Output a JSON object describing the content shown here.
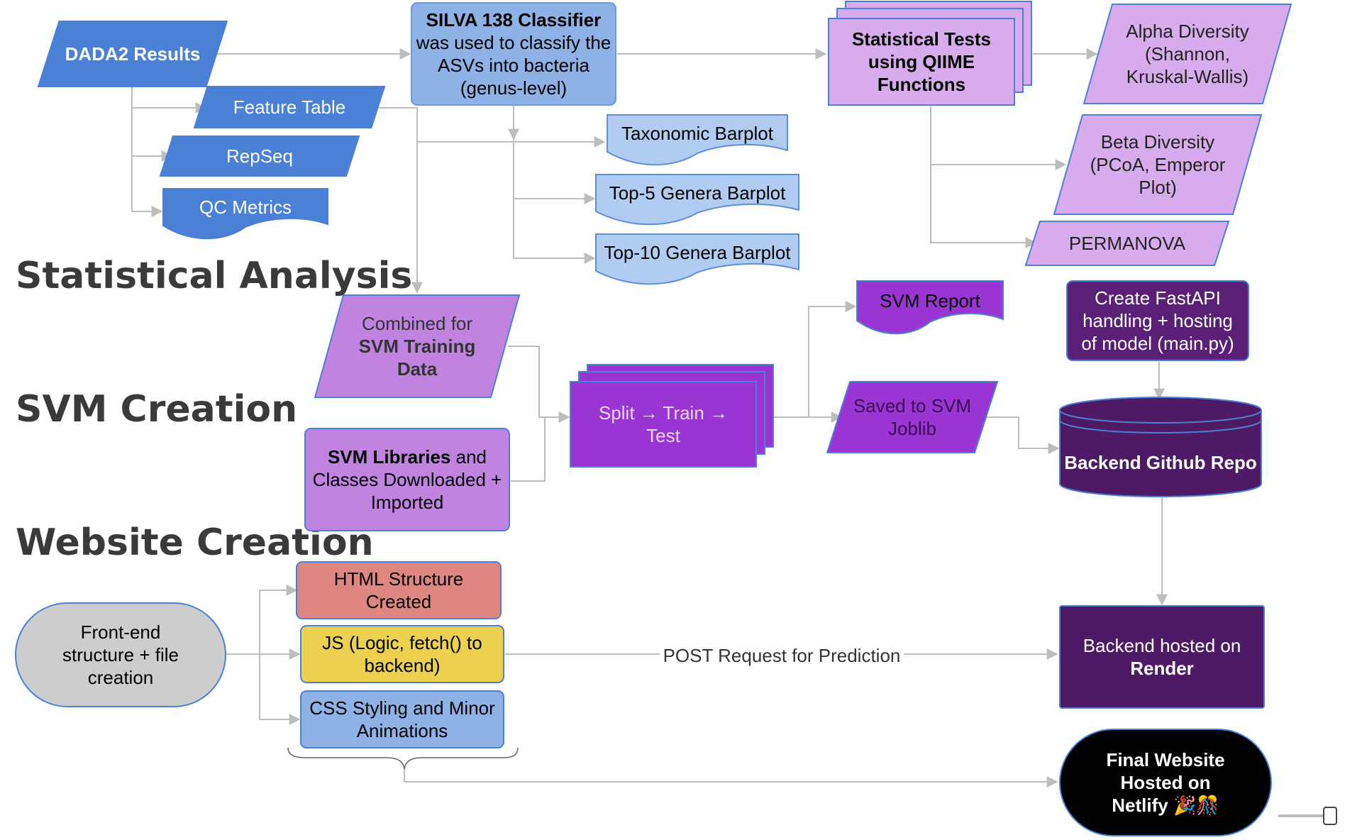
{
  "colors": {
    "blue_dark": "#4A80D6",
    "blue_mid": "#8EB2E6",
    "blue_light": "#B0CCF0",
    "lavender": "#D7ABEC",
    "lavender_mid": "#C083E0",
    "purple": "#9A35D4",
    "purple_deep": "#5A2078",
    "indigo": "#4E1A66",
    "salmon": "#DE8781",
    "yellow": "#EBD14E",
    "gray": "#CDCDCD",
    "black": "#000000",
    "edge": "#BDBDBD"
  },
  "sections": {
    "statistical_analysis": "Statistical Analysis",
    "svm_creation": "SVM Creation",
    "website_creation": "Website Creation"
  },
  "nodes": {
    "dada2": {
      "lines": [
        {
          "t": "DADA2 Results",
          "b": true
        }
      ],
      "shape": "parallelogram",
      "icon": "data-parallelogram"
    },
    "feature_table": {
      "lines": [
        {
          "t": "Feature Table"
        }
      ],
      "shape": "parallelogram"
    },
    "repseq": {
      "lines": [
        {
          "t": "RepSeq"
        }
      ],
      "shape": "parallelogram"
    },
    "qc_metrics": {
      "lines": [
        {
          "t": "QC Metrics"
        }
      ],
      "shape": "document"
    },
    "silva": {
      "lines": [
        {
          "t": "SILVA 138 Classifier",
          "b": true
        },
        {
          "t": "was used to classify the"
        },
        {
          "t": "ASVs into bacteria"
        },
        {
          "t": "(genus-level)"
        }
      ],
      "shape": "rounded-rect"
    },
    "tax_barplot": {
      "lines": [
        {
          "t": "Taxonomic Barplot"
        }
      ],
      "shape": "document"
    },
    "top5": {
      "lines": [
        {
          "t": "Top-5 Genera Barplot"
        }
      ],
      "shape": "document"
    },
    "top10": {
      "lines": [
        {
          "t": "Top-10 Genera Barplot"
        }
      ],
      "shape": "document"
    },
    "stat_tests": {
      "lines": [
        {
          "t": "Statistical Tests",
          "b": true
        },
        {
          "t": "using QIIME",
          "b": true
        },
        {
          "t": "Functions",
          "b": true
        }
      ],
      "shape": "multi-document"
    },
    "alpha": {
      "lines": [
        {
          "t": "Alpha Diversity"
        },
        {
          "t": "(Shannon,"
        },
        {
          "t": "Kruskal-Wallis)"
        }
      ],
      "shape": "parallelogram"
    },
    "beta": {
      "lines": [
        {
          "t": "Beta Diversity"
        },
        {
          "t": "(PCoA, Emperor"
        },
        {
          "t": "Plot)"
        }
      ],
      "shape": "parallelogram"
    },
    "permanova": {
      "lines": [
        {
          "t": "PERMANOVA"
        }
      ],
      "shape": "parallelogram"
    },
    "combined": {
      "lines": [
        {
          "t": "Combined for"
        },
        {
          "t": "SVM Training",
          "b": true
        },
        {
          "t": "Data",
          "b": true
        }
      ],
      "shape": "parallelogram"
    },
    "svm_libs": {
      "lines": [
        {
          "t": "SVM Libraries and",
          "b_prefix": "SVM Libraries"
        },
        {
          "t": "Classes Downloaded +"
        },
        {
          "t": "Imported"
        }
      ],
      "shape": "rounded-rect"
    },
    "split": {
      "lines": [
        {
          "t": "Split → Train →"
        },
        {
          "t": "Test"
        }
      ],
      "shape": "multi-document"
    },
    "svm_report": {
      "lines": [
        {
          "t": "SVM Report"
        }
      ],
      "shape": "document"
    },
    "saved_svm": {
      "lines": [
        {
          "t": "Saved to SVM"
        },
        {
          "t": "Joblib"
        }
      ],
      "shape": "parallelogram"
    },
    "fastapi": {
      "lines": [
        {
          "t": "Create FastAPI"
        },
        {
          "t": "handling + hosting"
        },
        {
          "t": "of model (main.py)"
        }
      ],
      "shape": "rounded-rect"
    },
    "backend_repo": {
      "lines": [
        {
          "t": "Backend Github Repo",
          "b": true
        }
      ],
      "shape": "cylinder",
      "icon": "database-icon"
    },
    "frontend": {
      "lines": [
        {
          "t": "Front-end"
        },
        {
          "t": "structure + file"
        },
        {
          "t": "creation"
        }
      ],
      "shape": "stadium"
    },
    "html": {
      "lines": [
        {
          "t": "HTML Structure"
        },
        {
          "t": "Created"
        }
      ],
      "shape": "rounded-rect"
    },
    "js": {
      "lines": [
        {
          "t": "JS (Logic, fetch() to"
        },
        {
          "t": "backend)"
        }
      ],
      "shape": "rounded-rect"
    },
    "css": {
      "lines": [
        {
          "t": "CSS Styling and Minor"
        },
        {
          "t": "Animations"
        }
      ],
      "shape": "rounded-rect"
    },
    "render": {
      "lines": [
        {
          "t": "Backend hosted on"
        },
        {
          "t": "Render",
          "b": true
        }
      ],
      "shape": "rect"
    },
    "final": {
      "lines": [
        {
          "t": "Final Website",
          "b": true
        },
        {
          "t": "Hosted on",
          "b": true
        },
        {
          "t": "Netlify 🎉🎊",
          "b": true
        }
      ],
      "shape": "stadium",
      "icon": "party-popper-icon"
    }
  },
  "edges": {
    "post_request_label": "POST Request for Prediction"
  }
}
